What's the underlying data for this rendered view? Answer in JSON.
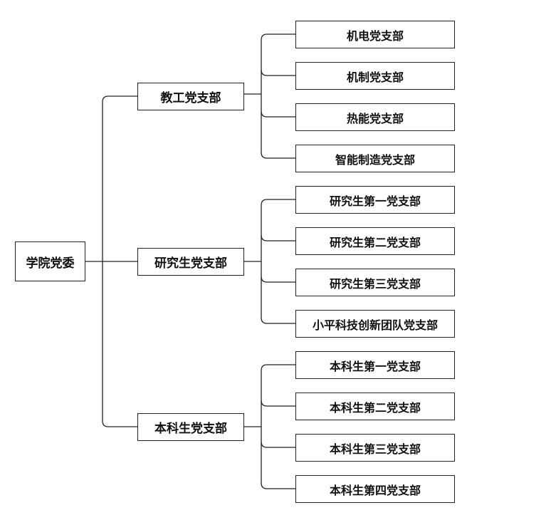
{
  "root": {
    "label": "学院党委"
  },
  "branches": [
    {
      "label": "教工党支部",
      "children": [
        "机电党支部",
        "机制党支部",
        "热能党支部",
        "智能制造党支部"
      ]
    },
    {
      "label": "研究生党支部",
      "children": [
        "研究生第一党支部",
        "研究生第二党支部",
        "研究生第三党支部",
        "小平科技创新团队党支部"
      ]
    },
    {
      "label": "本科生党支部",
      "children": [
        "本科生第一党支部",
        "本科生第二党支部",
        "本科生第三党支部",
        "本科生第四党支部"
      ]
    }
  ],
  "colors": {
    "line": "#222222",
    "box_border": "#222222",
    "text": "#111111",
    "background": "#ffffff"
  }
}
